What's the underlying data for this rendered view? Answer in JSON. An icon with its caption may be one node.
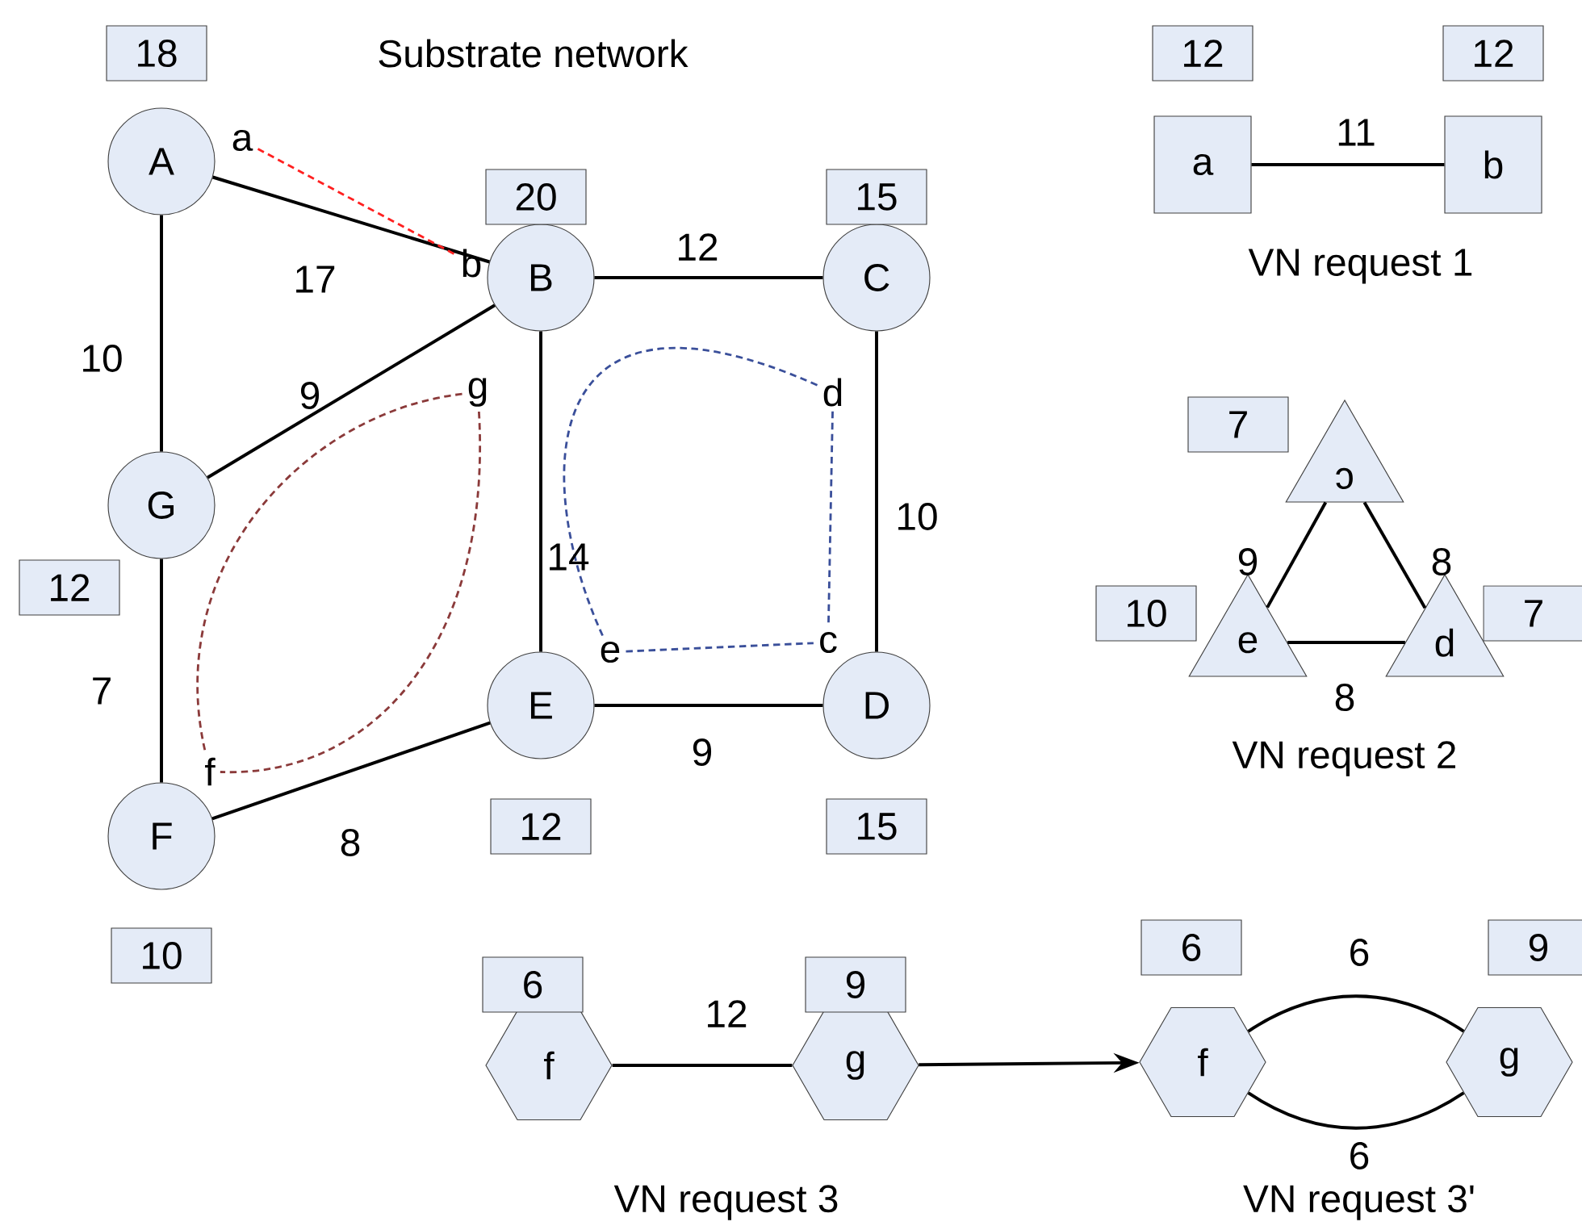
{
  "diagram": {
    "nodes": [
      {
        "text": [
          "A"
        ]
      },
      {
        "text": [
          "B"
        ]
      },
      {
        "text": [
          "C"
        ]
      },
      {
        "text": [
          "D"
        ]
      },
      {
        "text": [
          "E"
        ]
      },
      {
        "text": [
          "F"
        ]
      },
      {
        "text": [
          "G"
        ]
      },
      {
        "text": [
          "18"
        ]
      },
      {
        "text": [
          "20"
        ]
      },
      {
        "text": [
          "15"
        ]
      },
      {
        "text": [
          "15"
        ]
      },
      {
        "text": [
          "12"
        ]
      },
      {
        "text": [
          "12"
        ]
      },
      {
        "text": [
          "10"
        ]
      },
      {
        "text": [
          "a"
        ]
      },
      {
        "text": [
          "b"
        ]
      },
      {
        "text": [
          "g"
        ]
      },
      {
        "text": [
          "d"
        ]
      },
      {
        "text": [
          "e"
        ]
      },
      {
        "text": [
          "c"
        ]
      },
      {
        "text": [
          "f"
        ]
      },
      {
        "text": [
          "a"
        ]
      },
      {
        "text": [
          "b"
        ]
      },
      {
        "text": [
          "12"
        ]
      },
      {
        "text": [
          "12"
        ]
      },
      {
        "text": [
          "c"
        ]
      },
      {
        "text": [
          "e"
        ]
      },
      {
        "text": [
          "d"
        ]
      },
      {
        "text": [
          "7"
        ]
      },
      {
        "text": [
          "10"
        ]
      },
      {
        "text": [
          "7"
        ]
      },
      {
        "text": [
          "f"
        ]
      },
      {
        "text": [
          "g"
        ]
      },
      {
        "text": [
          "6"
        ]
      },
      {
        "text": [
          "9"
        ]
      },
      {
        "text": [
          "f"
        ]
      },
      {
        "text": [
          "g"
        ]
      },
      {
        "text": [
          "6"
        ]
      },
      {
        "text": [
          "9"
        ]
      }
    ],
    "edges": [
      {
        "from": 0,
        "to": 1,
        "arrow": "none",
        "label": "17"
      },
      {
        "from": 0,
        "to": 6,
        "arrow": "none",
        "label": "10"
      },
      {
        "from": 6,
        "to": 1,
        "arrow": "none",
        "label": "9"
      },
      {
        "from": 1,
        "to": 2,
        "arrow": "none",
        "label": "12"
      },
      {
        "from": 2,
        "to": 3,
        "arrow": "none",
        "label": "10"
      },
      {
        "from": 1,
        "to": 4,
        "arrow": "none",
        "label": "14"
      },
      {
        "from": 4,
        "to": 3,
        "arrow": "none",
        "label": "9"
      },
      {
        "from": 6,
        "to": 5,
        "arrow": "none",
        "label": "7"
      },
      {
        "from": 5,
        "to": 4,
        "arrow": "none",
        "label": "8"
      },
      {
        "from": 14,
        "to": 15,
        "arrow": "none",
        "style": "dashed",
        "color": "#ff2020"
      },
      {
        "from": 16,
        "to": 20,
        "arrow": "none",
        "style": "dashed",
        "color": "#8b3a3a"
      },
      {
        "from": 16,
        "to": 20,
        "arrow": "none",
        "style": "dashed",
        "color": "#8b3a3a"
      },
      {
        "from": 17,
        "to": 18,
        "arrow": "none",
        "style": "dashed",
        "color": "#3a4f9a"
      },
      {
        "from": 17,
        "to": 19,
        "arrow": "none",
        "style": "dashed",
        "color": "#3a4f9a"
      },
      {
        "from": 18,
        "to": 19,
        "arrow": "none",
        "style": "dashed",
        "color": "#3a4f9a"
      },
      {
        "from": 21,
        "to": 22,
        "arrow": "none",
        "label": "11"
      },
      {
        "from": 25,
        "to": 26,
        "arrow": "none",
        "label": "9"
      },
      {
        "from": 25,
        "to": 27,
        "arrow": "none",
        "label": "8"
      },
      {
        "from": 26,
        "to": 27,
        "arrow": "none",
        "label": "8"
      },
      {
        "from": 31,
        "to": 32,
        "arrow": "none",
        "label": "12"
      },
      {
        "from": 32,
        "to": 35,
        "arrow": "to"
      },
      {
        "from": 35,
        "to": 36,
        "arrow": "none",
        "label": "6"
      },
      {
        "from": 35,
        "to": 36,
        "arrow": "none",
        "label": "6"
      }
    ],
    "labels": [
      "Substrate network",
      "VN request 1",
      "VN request 2",
      "VN request 3",
      "VN request 3'"
    ]
  }
}
